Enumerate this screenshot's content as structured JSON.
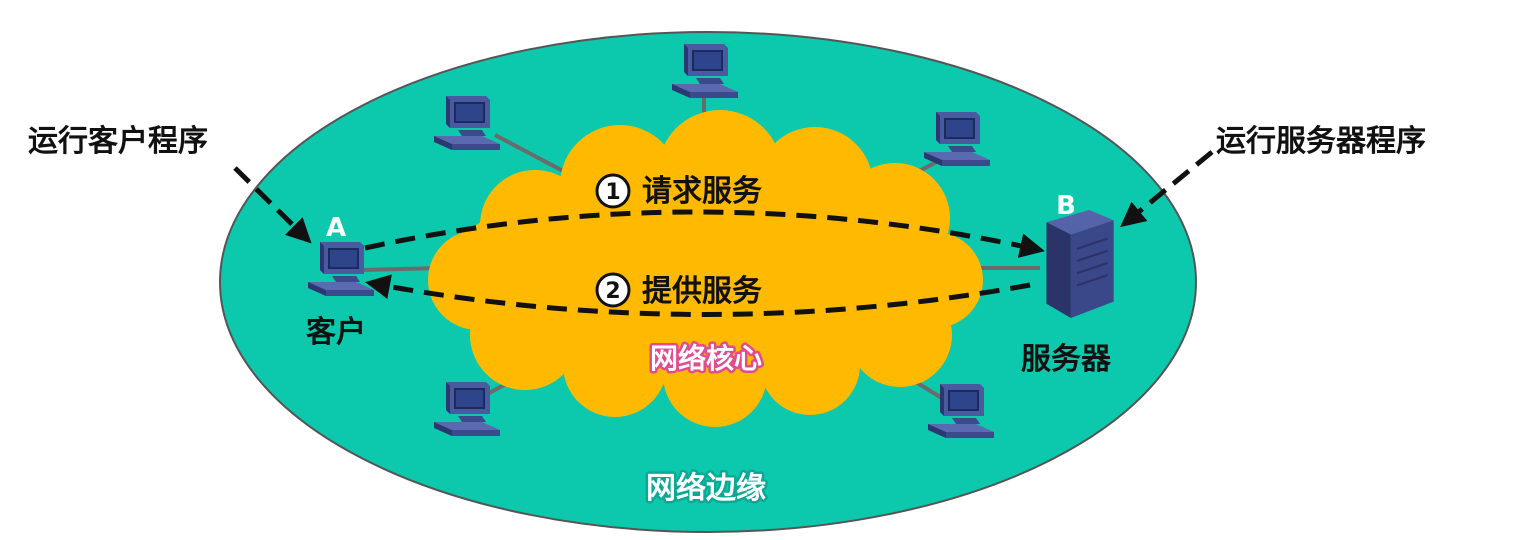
{
  "labels": {
    "client_program": "运行客户程序",
    "server_program": "运行服务器程序",
    "host_a": "A",
    "host_b": "B",
    "client": "客户",
    "server": "服务器",
    "network_core": "网络核心",
    "network_edge": "网络边缘"
  },
  "steps": [
    {
      "number": "1",
      "label": "请求服务"
    },
    {
      "number": "2",
      "label": "提供服务"
    }
  ],
  "colors": {
    "edge_fill": "#0cc8ac",
    "edge_border": "#555555",
    "core_fill": "#ffba00",
    "core_text_outline": "#e14b8f",
    "computer_body": "#3c4a8c",
    "computer_screen": "#1c2a5e",
    "server_body": "#2e3a78",
    "link_line": "#6b6b6b",
    "arrow": "#111111"
  },
  "icons": {
    "client": "desktop-computer-icon",
    "server": "server-tower-icon",
    "hosts": "desktop-computer-icon"
  }
}
